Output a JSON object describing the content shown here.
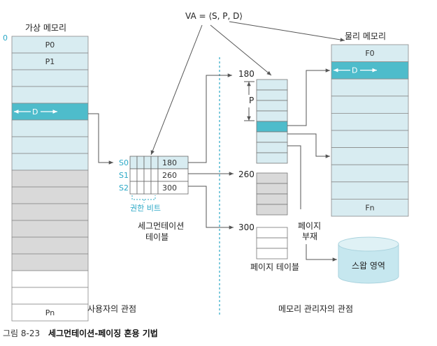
{
  "formula": "VA = ⟨S, P, D⟩",
  "virtual_memory": {
    "title": "가상 메모리",
    "start_address": "0",
    "rows": [
      "P0",
      "P1",
      "",
      "",
      "",
      "",
      "",
      "",
      "",
      "",
      "",
      "",
      "",
      "",
      "",
      "",
      "Pn"
    ],
    "offset_label": "D"
  },
  "segment_table": {
    "caption_line1": "세그먼테이션",
    "caption_line2": "테이블",
    "permission_label": "권한 비트",
    "rows": [
      {
        "segment": "S0",
        "value": "180"
      },
      {
        "segment": "S1",
        "value": "260"
      },
      {
        "segment": "S2",
        "value": "300"
      }
    ]
  },
  "page_tables": {
    "caption": "페이지 테이블",
    "base_addresses": [
      "180",
      "260",
      "300"
    ],
    "page_size_label": "P"
  },
  "physical_memory": {
    "title": "물리 메모리",
    "rows": [
      "F0",
      "",
      "",
      "",
      "",
      "",
      "",
      "",
      "",
      "Fn"
    ],
    "offset_label": "D"
  },
  "page_fault_label_line1": "페이지",
  "page_fault_label_line2": "부재",
  "swap_area_label": "스왑 영역",
  "user_view_label": "사용자의 관점",
  "memory_manager_view_label": "메모리 관리자의 관점",
  "figure_caption": {
    "number": "그림 8-23",
    "title": "세그먼테이션-페이징 혼용 기법"
  },
  "colors": {
    "light_blue": "#d8ecf1",
    "teal": "#4ebccb",
    "gray": "#d9d9d9",
    "accent": "#2aa8c6",
    "line": "#555555"
  }
}
